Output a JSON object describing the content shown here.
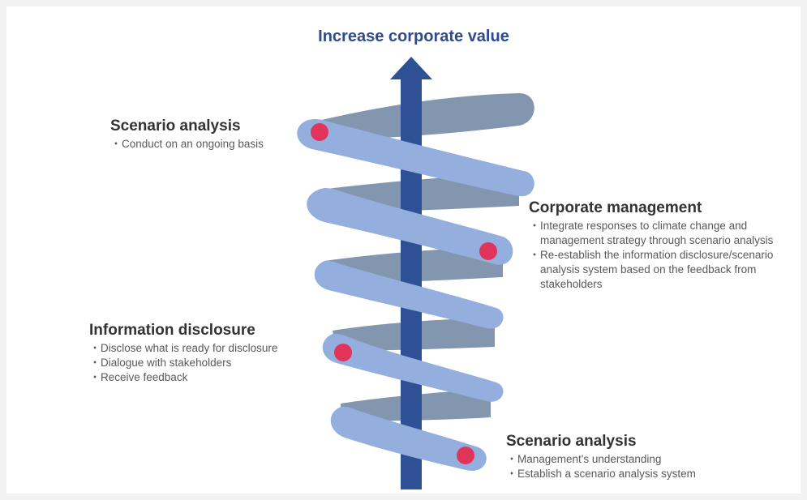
{
  "title": "Increase corporate value",
  "colors": {
    "arrow": "#2e5196",
    "ribbon": "#94aede",
    "ribbon_back": "#8396b0",
    "marker": "#e0345a",
    "title": "#2e4b8f"
  },
  "blocks": [
    {
      "heading": "Scenario analysis",
      "items": [
        "Conduct on an ongoing basis"
      ]
    },
    {
      "heading": "Corporate management",
      "items": [
        "Integrate responses to climate change and management strategy through scenario analysis",
        "Re-establish the information disclosure/scenario analysis system based on the feedback from stakeholders"
      ]
    },
    {
      "heading": "Information disclosure",
      "items": [
        "Disclose what is ready for disclosure",
        "Dialogue with stakeholders",
        "Receive feedback"
      ]
    },
    {
      "heading": "Scenario analysis",
      "items": [
        "Management's understanding",
        "Establish a scenario analysis system"
      ]
    }
  ],
  "bullet": "・"
}
